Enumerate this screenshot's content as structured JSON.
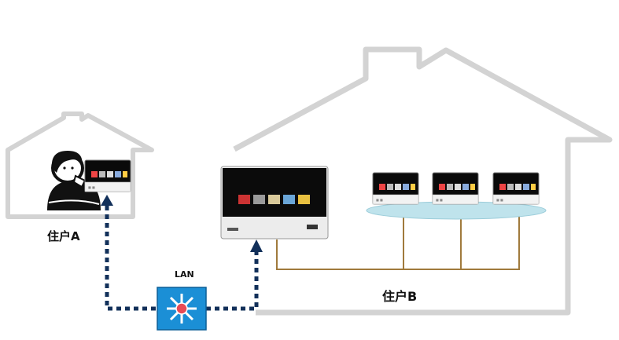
{
  "labels": {
    "resident_a": "住户A",
    "resident_b": "住户B",
    "lan": "LAN"
  },
  "colors": {
    "house_outline": "#d3d3d3",
    "network_link": "#12305a",
    "wiring": "#a07a3c",
    "switch_body": "#1b8fd6",
    "switch_center": "#e84a55",
    "shelf": "#bfe3ec"
  },
  "icons": {
    "switch": "network-switch-icon",
    "person": "woman-on-phone-icon",
    "monitor": "video-intercom-monitor-icon"
  }
}
